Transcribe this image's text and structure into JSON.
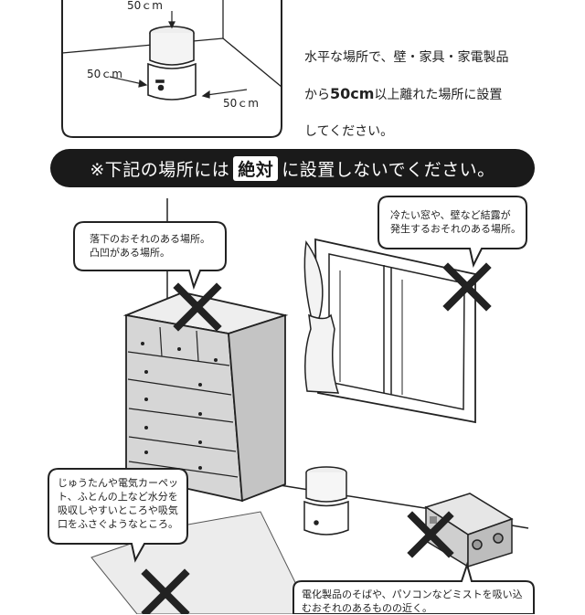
{
  "intro": {
    "line1": "水平な場所で、壁・家具・家電製品",
    "line2_pre": "から",
    "line2_em": "50cm",
    "line2_post": "以上離れた場所に設置",
    "line3": "してください。"
  },
  "dimensions": {
    "top": "50ｃm",
    "left": "50ｃm",
    "right": "50ｃm"
  },
  "banner": {
    "pre": "※下記の場所には",
    "emphasis": "絶対",
    "post": "に設置しないでください。"
  },
  "callouts": {
    "dresser": "落下のおそれのある場所。\n凸凹がある場所。",
    "window": "冷たい窓や、壁など結露が\n発生するおそれのある場所。",
    "carpet": "じゅうたんや電気カーペッ\nト、ふとんの上など水分を\n吸収しやすいところや吸気\n口をふさぐようなところ。",
    "electronics": "電化製品のそばや、パソコンなどミストを吸い込\nむおそれのあるものの近く。"
  }
}
